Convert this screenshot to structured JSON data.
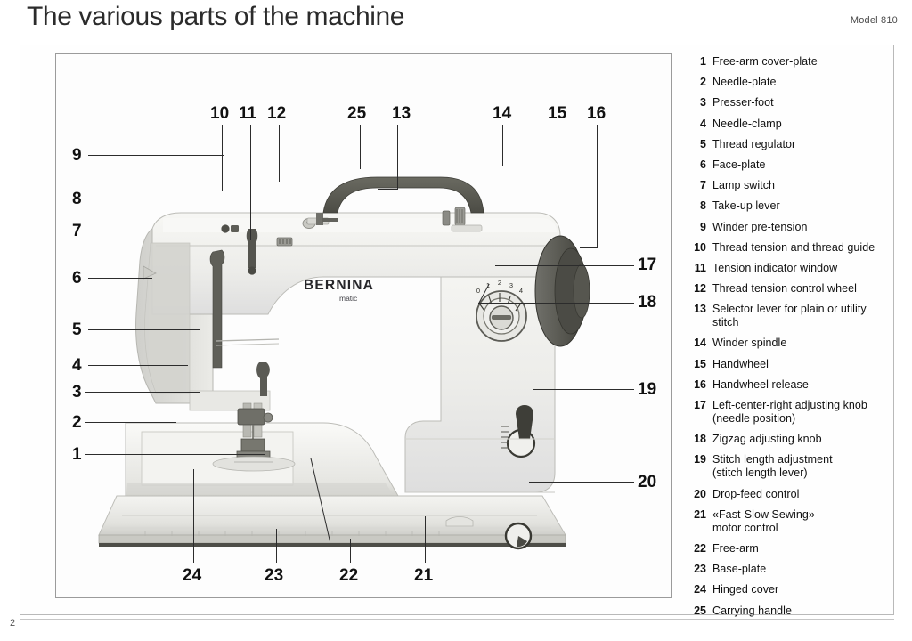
{
  "header": {
    "title": "The various parts of the machine",
    "model": "Model 810"
  },
  "page": {
    "number": "2"
  },
  "machine": {
    "brand": "BERNINA",
    "sub_brand": "matic",
    "zigzag_dial_scale": "0 1 2 3 4"
  },
  "callouts": [
    {
      "id": "1",
      "label": "1"
    },
    {
      "id": "2",
      "label": "2"
    },
    {
      "id": "3",
      "label": "3"
    },
    {
      "id": "4",
      "label": "4"
    },
    {
      "id": "5",
      "label": "5"
    },
    {
      "id": "6",
      "label": "6"
    },
    {
      "id": "7",
      "label": "7"
    },
    {
      "id": "8",
      "label": "8"
    },
    {
      "id": "9",
      "label": "9"
    },
    {
      "id": "10",
      "label": "10"
    },
    {
      "id": "11",
      "label": "11"
    },
    {
      "id": "12",
      "label": "12"
    },
    {
      "id": "13",
      "label": "13"
    },
    {
      "id": "14",
      "label": "14"
    },
    {
      "id": "15",
      "label": "15"
    },
    {
      "id": "16",
      "label": "16"
    },
    {
      "id": "17",
      "label": "17"
    },
    {
      "id": "18",
      "label": "18"
    },
    {
      "id": "19",
      "label": "19"
    },
    {
      "id": "20",
      "label": "20"
    },
    {
      "id": "21",
      "label": "21"
    },
    {
      "id": "22",
      "label": "22"
    },
    {
      "id": "23",
      "label": "23"
    },
    {
      "id": "24",
      "label": "24"
    },
    {
      "id": "25",
      "label": "25"
    }
  ],
  "legend": {
    "items": [
      {
        "num": "1",
        "text": "Free-arm cover-plate",
        "sub": ""
      },
      {
        "num": "2",
        "text": "Needle-plate",
        "sub": ""
      },
      {
        "num": "3",
        "text": "Presser-foot",
        "sub": ""
      },
      {
        "num": "4",
        "text": "Needle-clamp",
        "sub": ""
      },
      {
        "num": "5",
        "text": "Thread regulator",
        "sub": ""
      },
      {
        "num": "6",
        "text": "Face-plate",
        "sub": ""
      },
      {
        "num": "7",
        "text": "Lamp switch",
        "sub": ""
      },
      {
        "num": "8",
        "text": "Take-up lever",
        "sub": ""
      },
      {
        "num": "9",
        "text": "Winder pre-tension",
        "sub": ""
      },
      {
        "num": "10",
        "text": "Thread tension and thread guide",
        "sub": ""
      },
      {
        "num": "11",
        "text": "Tension indicator window",
        "sub": ""
      },
      {
        "num": "12",
        "text": "Thread tension control wheel",
        "sub": ""
      },
      {
        "num": "13",
        "text": "Selector lever for plain or utility",
        "sub": "stitch"
      },
      {
        "num": "14",
        "text": "Winder spindle",
        "sub": ""
      },
      {
        "num": "15",
        "text": "Handwheel",
        "sub": ""
      },
      {
        "num": "16",
        "text": "Handwheel release",
        "sub": ""
      },
      {
        "num": "17",
        "text": "Left-center-right adjusting knob",
        "sub": "(needle position)"
      },
      {
        "num": "18",
        "text": "Zigzag adjusting knob",
        "sub": ""
      },
      {
        "num": "19",
        "text": "Stitch length adjustment",
        "sub": "(stitch length lever)"
      },
      {
        "num": "20",
        "text": "Drop-feed control",
        "sub": ""
      },
      {
        "num": "21",
        "text": "«Fast-Slow Sewing»",
        "sub": "motor control"
      },
      {
        "num": "22",
        "text": "Free-arm",
        "sub": ""
      },
      {
        "num": "23",
        "text": "Base-plate",
        "sub": ""
      },
      {
        "num": "24",
        "text": "Hinged cover",
        "sub": ""
      },
      {
        "num": "25",
        "text": "Carrying handle",
        "sub": ""
      }
    ]
  },
  "colors": {
    "body_light": "#f2f2ee",
    "body_shadow": "#d9d9d4",
    "handwheel_dark": "#5a5a52",
    "handle_dark": "#55554d",
    "line": "#2c2c2c"
  }
}
